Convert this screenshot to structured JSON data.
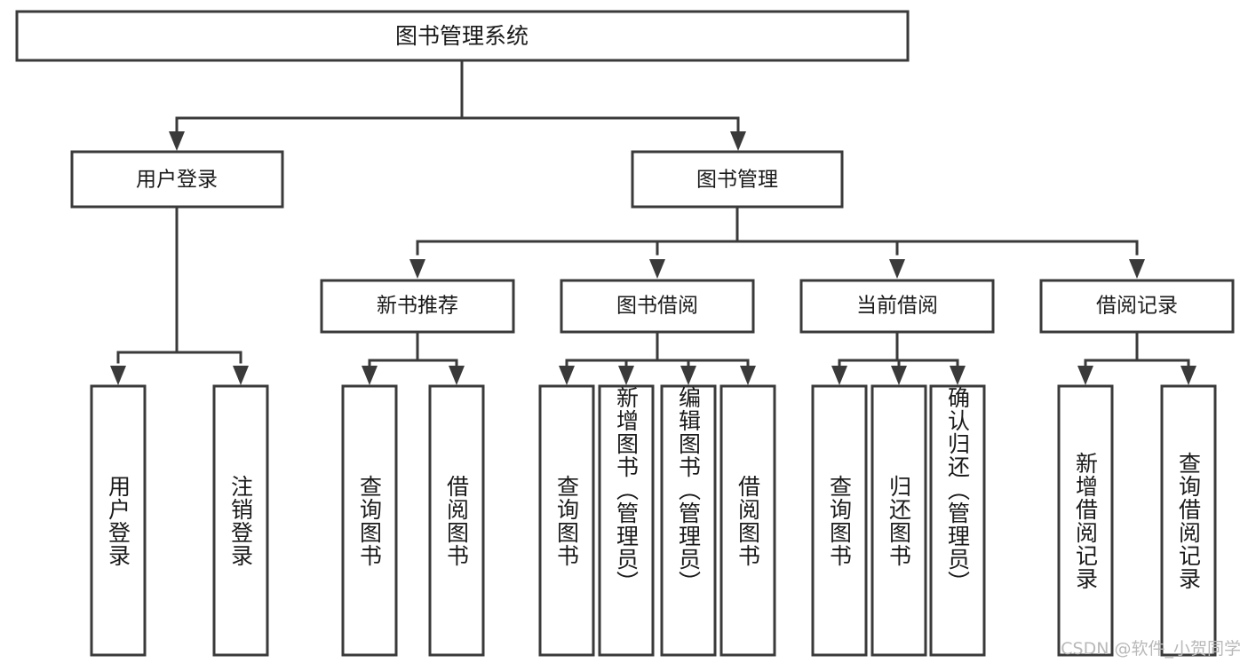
{
  "diagram": {
    "type": "hierarchy-tree",
    "title": "图书管理系统",
    "root": {
      "id": "root",
      "label": "图书管理系统"
    },
    "level2": [
      {
        "id": "user-login",
        "label": "用户登录"
      },
      {
        "id": "book-management",
        "label": "图书管理"
      }
    ],
    "level3": [
      {
        "id": "new-book-recommend",
        "label": "新书推荐",
        "parent": "book-management"
      },
      {
        "id": "book-borrow",
        "label": "图书借阅",
        "parent": "book-management"
      },
      {
        "id": "current-borrow",
        "label": "当前借阅",
        "parent": "book-management"
      },
      {
        "id": "borrow-record",
        "label": "借阅记录",
        "parent": "book-management"
      }
    ],
    "leaves": [
      {
        "id": "leaf-user-login",
        "label": "用户登录",
        "parent": "user-login"
      },
      {
        "id": "leaf-logout-login",
        "label": "注销登录",
        "parent": "user-login"
      },
      {
        "id": "leaf-query-book-rec",
        "label": "查询图书",
        "parent": "new-book-recommend"
      },
      {
        "id": "leaf-borrow-book-rec",
        "label": "借阅图书",
        "parent": "new-book-recommend"
      },
      {
        "id": "leaf-query-book-borrow",
        "label": "查询图书",
        "parent": "book-borrow"
      },
      {
        "id": "leaf-add-book-admin",
        "label": "新增图书（管理员）",
        "parent": "book-borrow"
      },
      {
        "id": "leaf-edit-book-admin",
        "label": "编辑图书（管理员）",
        "parent": "book-borrow"
      },
      {
        "id": "leaf-borrow-book",
        "label": "借阅图书",
        "parent": "book-borrow"
      },
      {
        "id": "leaf-query-book-current",
        "label": "查询图书",
        "parent": "current-borrow"
      },
      {
        "id": "leaf-return-book",
        "label": "归还图书",
        "parent": "current-borrow"
      },
      {
        "id": "leaf-confirm-return-admin",
        "label": "确认归还（管理员）",
        "parent": "current-borrow"
      },
      {
        "id": "leaf-add-borrow-record",
        "label": "新增借阅记录",
        "parent": "borrow-record"
      },
      {
        "id": "leaf-query-borrow-record",
        "label": "查询借阅记录",
        "parent": "borrow-record"
      }
    ]
  },
  "watermark": {
    "text": "CSDN @软件_小贺同学"
  },
  "colors": {
    "stroke": "#3a3a3a",
    "fill": "#ffffff",
    "text": "#1a1a1a",
    "watermark": "#b9b9b9"
  }
}
